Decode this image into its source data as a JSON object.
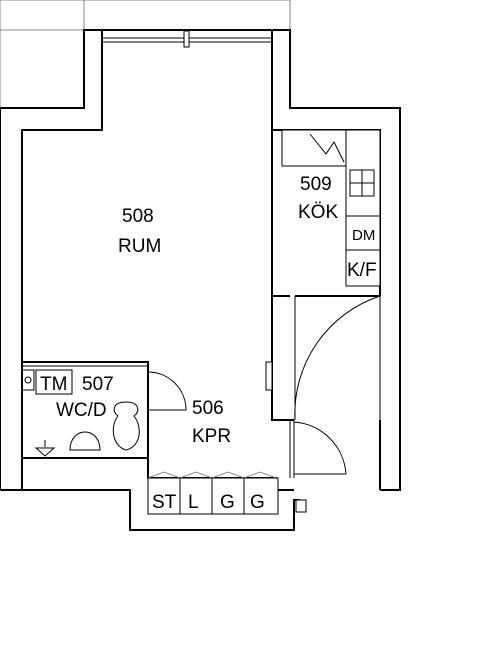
{
  "rooms": {
    "r508": {
      "number": "508",
      "name": "RUM"
    },
    "r509": {
      "number": "509",
      "name": "KÖK"
    },
    "r507": {
      "number": "507",
      "name": "WC/D"
    },
    "r506": {
      "number": "506",
      "name": "KPR"
    }
  },
  "fixtures": {
    "dm": "DM",
    "kf": "K/F",
    "tm": "TM",
    "st": "ST",
    "l": "L",
    "g1": "G",
    "g2": "G"
  }
}
